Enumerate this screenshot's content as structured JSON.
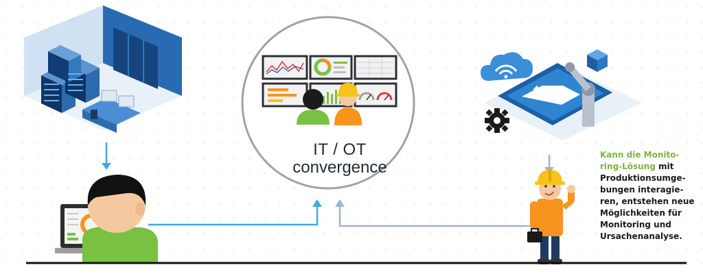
{
  "convergence": {
    "line1": "IT / OT",
    "line2": "convergence"
  },
  "note": {
    "highlight_lines": [
      "Kann die Monito-",
      "ring-Lösung"
    ],
    "highlight_tail": " mit",
    "lines": [
      "Produktionsumge-",
      "bungen interagie-",
      "ren, entstehen neue",
      "Möglichkeiten für",
      "Monitoring und",
      "Ursachenanalyse."
    ]
  },
  "colors": {
    "it_arrow": "#3fa9e0",
    "ot_arrow": "#9fb3c8",
    "highlight_text": "#7cb342",
    "ground_line": "#111111",
    "worker_orange": "#f7941d",
    "helmet_yellow": "#f9c21b",
    "shirt_green": "#7ac143"
  },
  "icons": [
    "server-room-icon",
    "control-room-icon",
    "industrial-robot-icon",
    "cloud-wifi-icon",
    "gear-icon",
    "it-user-laptop-icon",
    "ot-worker-icon"
  ]
}
